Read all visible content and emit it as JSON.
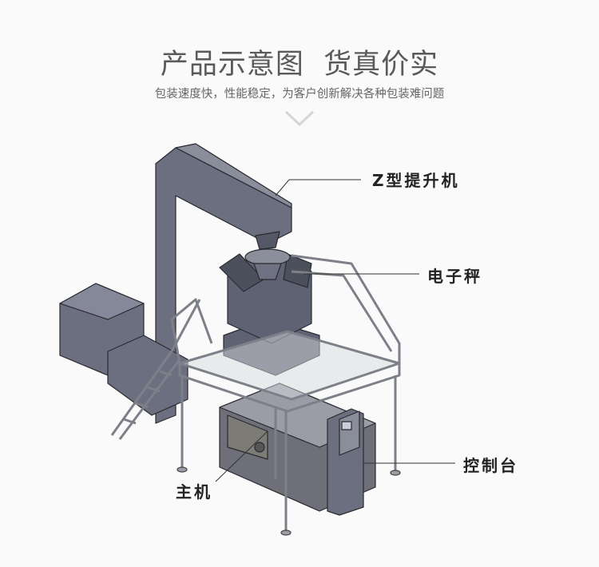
{
  "header": {
    "title_left": "产品示意图",
    "title_right": "货真价实",
    "subtitle": "包装速度快，性能稳定，为客户创新解决各种包装难问题"
  },
  "callouts": {
    "elevator": "Z型提升机",
    "scale": "电子秤",
    "control": "控制台",
    "main": "主机"
  },
  "colors": {
    "machine": "#6b6f7f",
    "outline": "#2a2a30",
    "frame": "#b9bcc2"
  }
}
